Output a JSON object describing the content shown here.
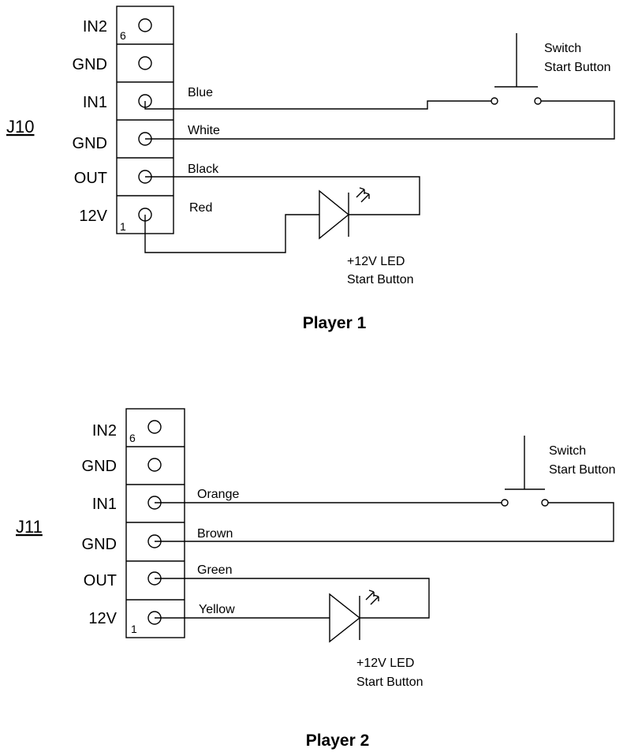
{
  "diagrams": [
    {
      "connector": "J10",
      "pins": [
        "IN2",
        "GND",
        "IN1",
        "GND",
        "OUT",
        "12V"
      ],
      "pin_numbers": {
        "top": "6",
        "bottom": "1"
      },
      "wires": {
        "in1": "Blue",
        "gnd": "White",
        "out": "Black",
        "v12": "Red"
      },
      "switch_label": [
        "Switch",
        "Start Button"
      ],
      "led_label": [
        "+12V LED",
        "Start Button"
      ],
      "title": "Player 1"
    },
    {
      "connector": "J11",
      "pins": [
        "IN2",
        "GND",
        "IN1",
        "GND",
        "OUT",
        "12V"
      ],
      "pin_numbers": {
        "top": "6",
        "bottom": "1"
      },
      "wires": {
        "in1": "Orange",
        "gnd": "Brown",
        "out": "Green",
        "v12": "Yellow"
      },
      "switch_label": [
        "Switch",
        "Start Button"
      ],
      "led_label": [
        "+12V LED",
        "Start Button"
      ],
      "title": "Player 2"
    }
  ]
}
